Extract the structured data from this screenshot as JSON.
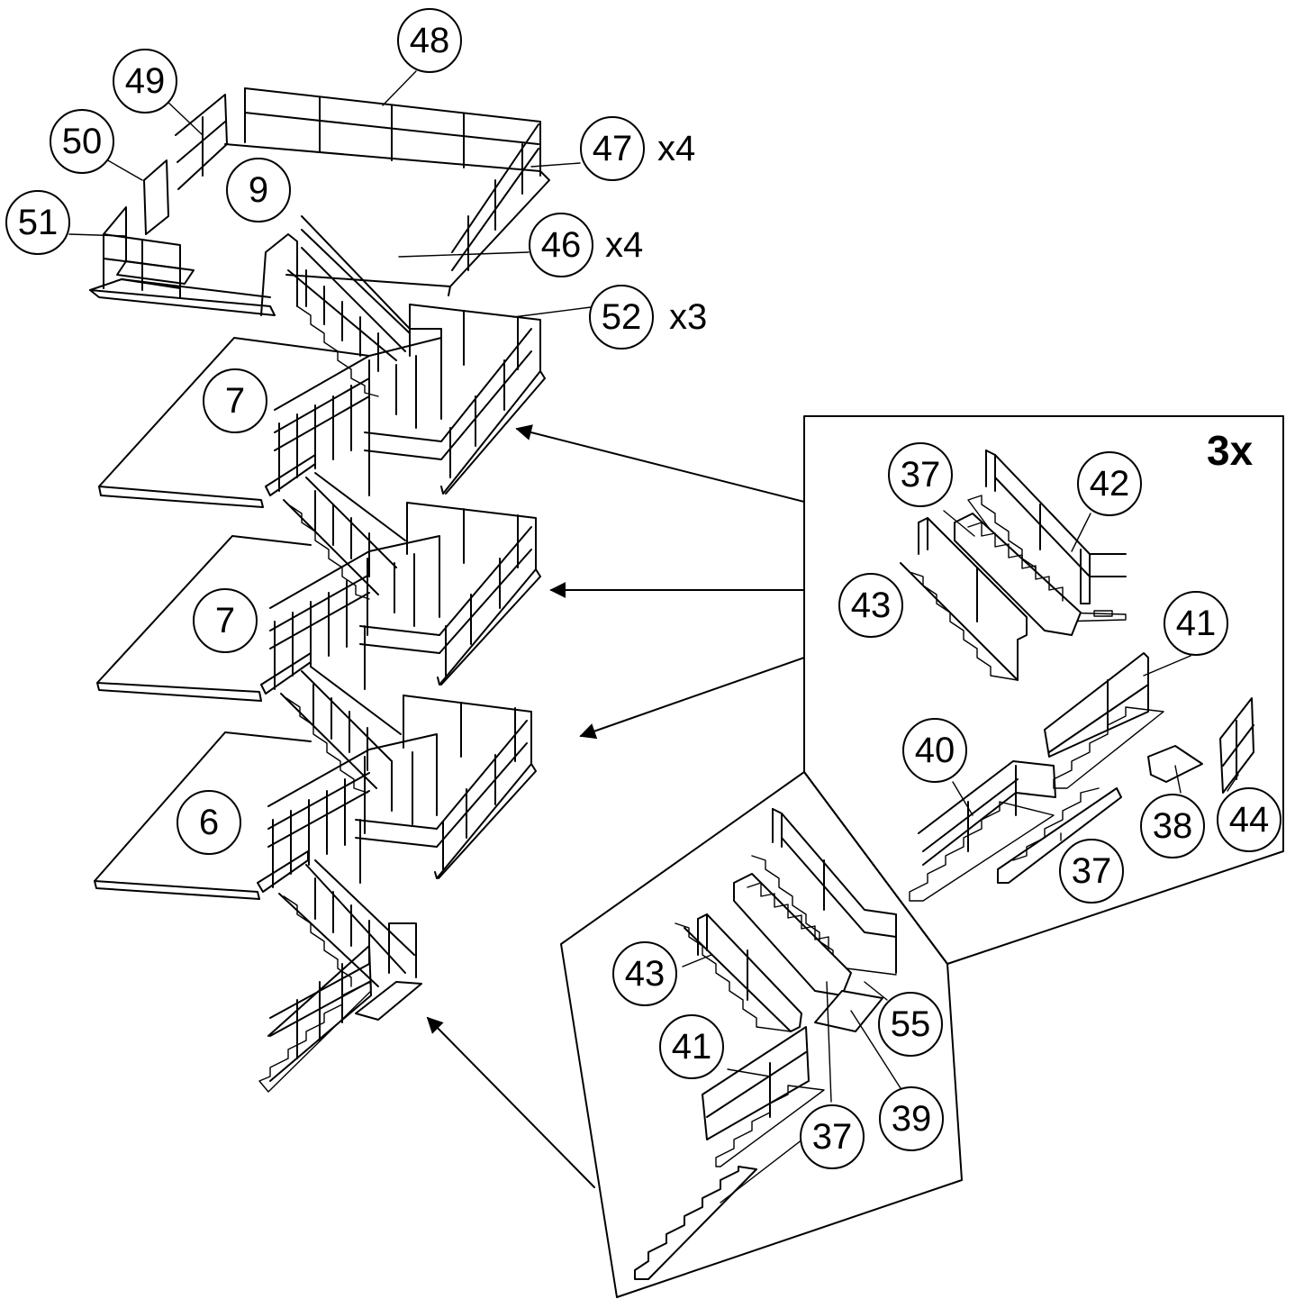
{
  "callouts": {
    "c48": "48",
    "c49": "49",
    "c50": "50",
    "c51": "51",
    "c9": "9",
    "c47": "47",
    "c46": "46",
    "c52": "52",
    "c7a": "7",
    "c7b": "7",
    "c6": "6",
    "i37a": "37",
    "i42": "42",
    "i43a": "43",
    "i41a": "41",
    "i40": "40",
    "i38": "38",
    "i44": "44",
    "i37b": "37",
    "j43": "43",
    "j41": "41",
    "j55": "55",
    "j39": "39",
    "j37": "37"
  },
  "multipliers": {
    "m47": "x4",
    "m46": "x4",
    "m52": "x3"
  },
  "detail_panel": {
    "quantity": "3x"
  }
}
